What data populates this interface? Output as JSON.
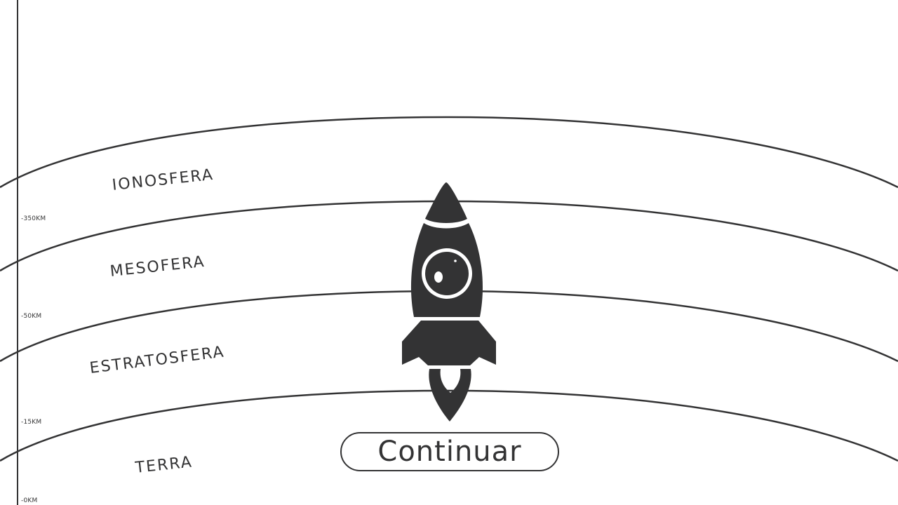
{
  "colors": {
    "ink": "#333334",
    "background": "#ffffff"
  },
  "axis": {
    "ticks": [
      {
        "label": "-350KM"
      },
      {
        "label": "-50KM"
      },
      {
        "label": "-15KM"
      },
      {
        "label": "-0KM"
      }
    ]
  },
  "layers": [
    {
      "name": "IONOSFERA"
    },
    {
      "name": "MESOFERA"
    },
    {
      "name": "ESTRATOSFERA"
    },
    {
      "name": "TERRA"
    }
  ],
  "rocket": {
    "icon": "rocket-icon"
  },
  "actions": {
    "continue_label": "Continuar"
  }
}
